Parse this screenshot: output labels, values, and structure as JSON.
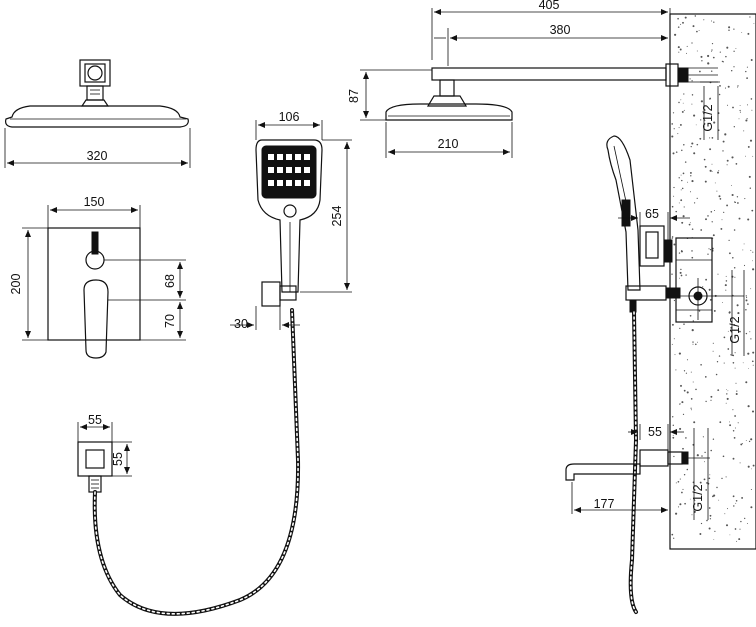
{
  "dimensions": {
    "head_width": "320",
    "mixer_width": "150",
    "mixer_height": "200",
    "lever_offset": "68",
    "spout_offset": "70",
    "outlet_width": "55",
    "outlet_height": "55",
    "handset_width": "106",
    "handset_length": "254",
    "holder_depth": "30",
    "arm_total": "405",
    "arm_length": "380",
    "head_drop": "87",
    "side_head_width": "210",
    "side_mixer_depth": "65",
    "side_outlet_depth": "55",
    "spout_reach": "177",
    "thread_top": "G1/2",
    "thread_mid": "G1/2",
    "thread_bottom": "G1/2"
  },
  "colors": {
    "line": "#111111",
    "wall_fill": "#ffffff",
    "wall_speckle": "#555555"
  }
}
